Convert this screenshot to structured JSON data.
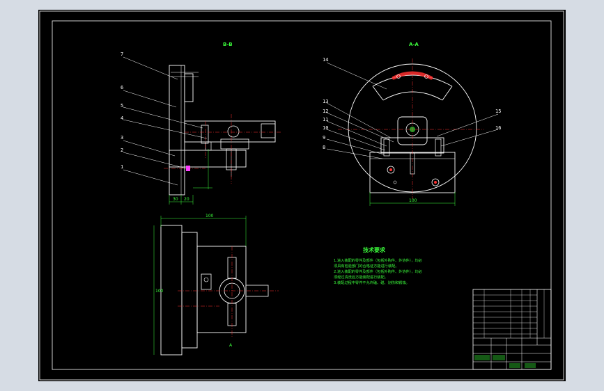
{
  "views": {
    "front_title": "B-B",
    "side_title": "A-A",
    "top_label": "A"
  },
  "callouts": {
    "front": [
      "7",
      "6",
      "5",
      "4",
      "3",
      "2",
      "1"
    ],
    "side_left": [
      "14",
      "13",
      "12",
      "11",
      "10",
      "9",
      "8"
    ],
    "side_right": [
      "15",
      "16"
    ]
  },
  "dimensions": {
    "front_bottom": [
      "30",
      "20"
    ],
    "top_width": "100",
    "top_height": "100",
    "side_width": "100"
  },
  "requirements": {
    "title": "技术要求",
    "lines": [
      "1.进入装配的零件及部件（包括外购件、外协件），均必",
      "须具有检验部门的合格证方能进行装配。",
      "2.进入装配的零件及部件（包括外购件、外协件），均必",
      "须经过清洗后方能装配进行装配。",
      "3.装配过程中零件不允许磕、碰、划伤和锈蚀。"
    ]
  },
  "colors": {
    "background": "#000000",
    "outline": "#ffffff",
    "dimension": "#3cff3c",
    "centerline": "#ff3030",
    "accent": "#ff40ff",
    "frame_bg": "#d6dce4"
  }
}
